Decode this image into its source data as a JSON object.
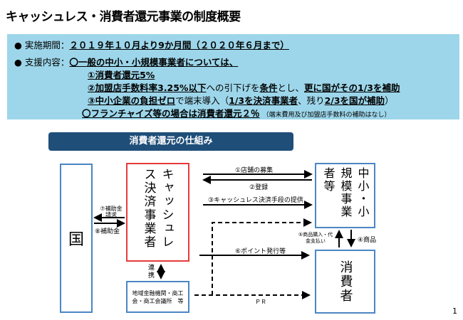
{
  "title": "キャッシュレス・消費者還元事業の制度概要",
  "summary": {
    "period_label": "実施期間：",
    "period_value": "２０１９年１０月より9か月間（２０２０年６月まで）",
    "support_label": "支援内容：",
    "general": "〇一般の中小・小規模事業者については、",
    "item1": "①消費者還元5%",
    "item2a": "②加盟店手数料率3.25%以下",
    "item2b": "への引下げを",
    "item2c": "条件",
    "item2d": "とし、",
    "item2e": "更に国がその1/3を補助",
    "item3a": "③中小企業の負担ゼロ",
    "item3b": "で端末導入（",
    "item3c": "1/3を決済事業者",
    "item3d": "、残り",
    "item3e": "2/3を国が補助",
    "item3f": "）",
    "franchise": "〇フランチャイズ等の場合は消費者還元２％",
    "franchise_note": "（端末費用及び加盟店手数料の補助はなし）"
  },
  "diagram": {
    "banner": "消費者還元の仕組み",
    "country": "国",
    "cashless": "キャッシュレス決済事業者",
    "sme": "中小・小規模事業者等",
    "consumer": "消費者",
    "regional": "地域金融機関・商工会・商工会議所　等",
    "a1": "①店舗の募集",
    "a2": "②登録",
    "a3": "③キャッシュレス決済手段の提供",
    "a4": "④商品",
    "a5": "⑤商品購入・代金支払い",
    "a6": "⑥ポイント発行等",
    "a7": "⑦補助金請求",
    "a8": "⑧補助金",
    "renkei": "連携",
    "pr": "ＰＲ"
  },
  "page_number": "1"
}
